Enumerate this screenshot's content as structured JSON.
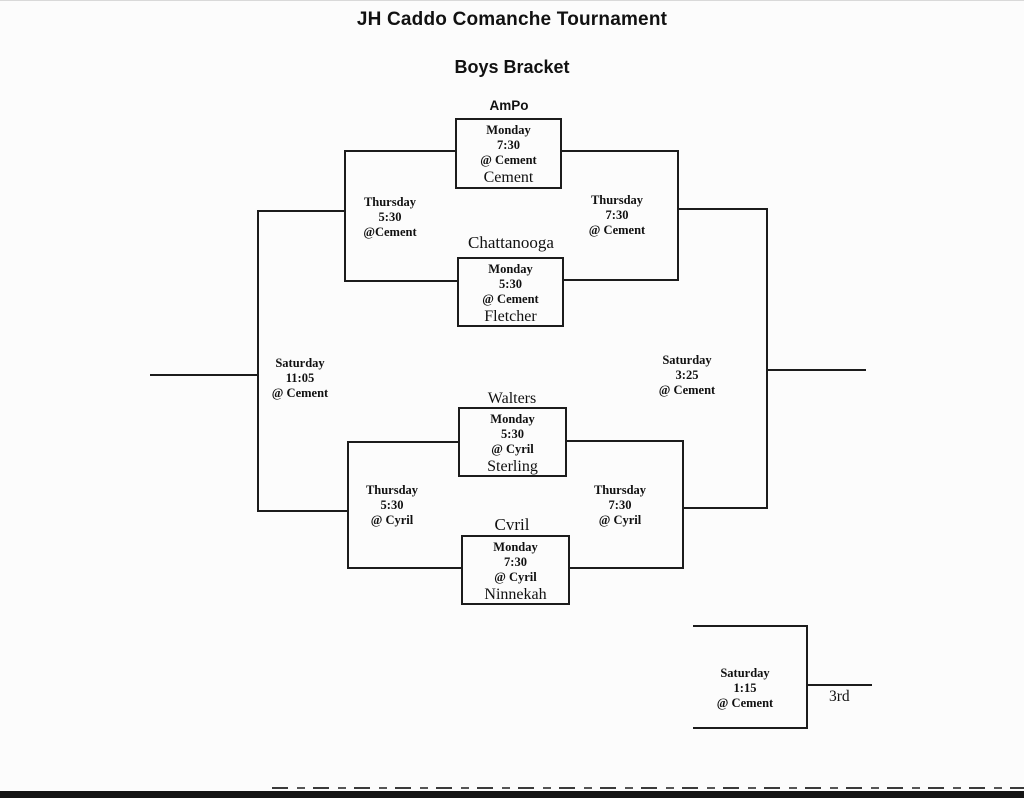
{
  "page": {
    "title": "JH Caddo Comanche Tournament",
    "subtitle": "Boys Bracket"
  },
  "bracket": {
    "round1": [
      {
        "team_top": "AmPo",
        "when": [
          "Monday",
          "7:30",
          "@ Cement"
        ],
        "team_bottom": "Cement"
      },
      {
        "team_top": "Chattanooga",
        "when": [
          "Monday",
          "5:30",
          "@ Cement"
        ],
        "team_bottom": "Fletcher"
      },
      {
        "team_top": "Walters",
        "when": [
          "Monday",
          "5:30",
          "@ Cyril"
        ],
        "team_bottom": "Sterling"
      },
      {
        "team_top": "Cvril",
        "when": [
          "Monday",
          "7:30",
          "@ Cyril"
        ],
        "team_bottom": "Ninnekah"
      }
    ],
    "semis": {
      "left_top": [
        "Thursday",
        "5:30",
        "@Cement"
      ],
      "right_top": [
        "Thursday",
        "7:30",
        "@ Cement"
      ],
      "left_bottom": [
        "Thursday",
        "5:30",
        "@ Cyril"
      ],
      "right_bottom": [
        "Thursday",
        "7:30",
        "@ Cyril"
      ]
    },
    "finals": {
      "consolation": [
        "Saturday",
        "11:05",
        "@ Cement"
      ],
      "championship": [
        "Saturday",
        "3:25",
        "@ Cement"
      ],
      "third_place": [
        "Saturday",
        "1:15",
        "@ Cement"
      ],
      "third_place_label": "3rd"
    }
  },
  "colors": {
    "line": "#1c1c1c",
    "text": "#111111",
    "background": "#fcfcfc"
  }
}
